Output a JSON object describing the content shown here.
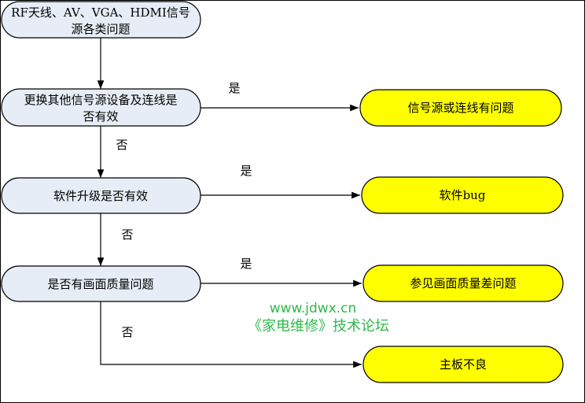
{
  "nodes": {
    "start_line1": "RF天线、AV、VGA、HDMI信号",
    "start_line2": "源各类问题",
    "q1_line1": "更换其他信号源设备及连线是",
    "q1_line2": "否有效",
    "q2": "软件升级是否有效",
    "q3": "是否有画面质量问题",
    "r1": "信号源或连线有问题",
    "r2": "软件bug",
    "r3": "参见画面质量差问题",
    "r4": "主板不良"
  },
  "edges": {
    "yes1": "是",
    "no1": "否",
    "yes2": "是",
    "no2": "否",
    "yes3": "是",
    "no3": "否"
  },
  "watermark": {
    "url": "www.jdwx.cn",
    "forum": "《家电维修》技术论坛"
  },
  "colors": {
    "decision_fill": "#e6edf6",
    "result_fill": "#ffff00",
    "stroke": "#000000",
    "watermark": "#2fb84a"
  }
}
